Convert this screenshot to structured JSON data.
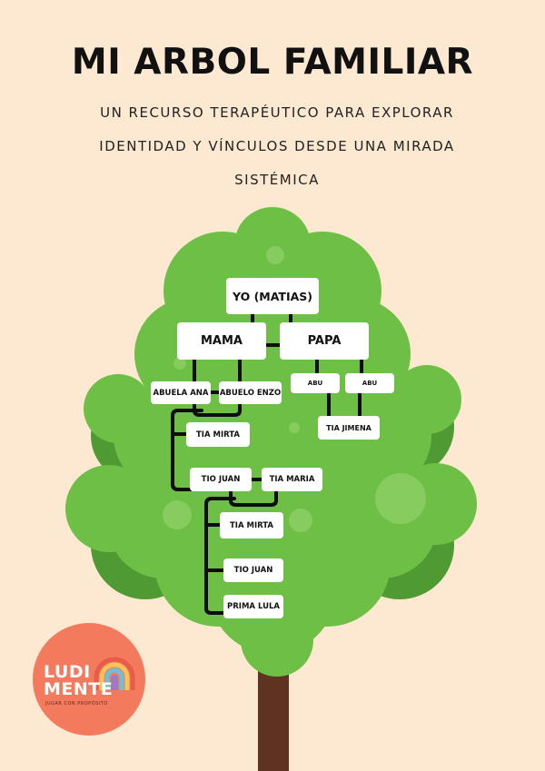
{
  "title": "MI ARBOL FAMILIAR",
  "subtitle": "UN RECURSO TERAPÉUTICO PARA EXPLORAR IDENTIDAD Y VÍNCULOS DESDE UNA MIRADA SISTÉMICA",
  "colors": {
    "background": "#fde9d1",
    "canopy": "#6dbf45",
    "canopy_dark": "#4f9a32",
    "trunk": "#5e3321",
    "logo": "#f47a5d"
  },
  "nodes": {
    "yo": "YO (MATIAS)",
    "mama": "MAMA",
    "papa": "PAPA",
    "abuela_ana": "ABUELA ANA",
    "abuelo_enzo": "ABUELO ENZO",
    "abu_1": "ABU",
    "abu_2": "ABU",
    "tia_jimena": "TIA JIMENA",
    "tia_mirta_1": "TIA MIRTA",
    "tio_juan_1": "TIO JUAN",
    "tia_maria": "TIA MARIA",
    "tia_mirta_2": "TIA MIRTA",
    "tio_juan_2": "TIO JUAN",
    "prima_lula": "PRIMA LULA"
  },
  "logo": {
    "line1": "LUDI",
    "line2": "MENTE",
    "tagline": "JUGAR CON PROPÓSITO"
  }
}
